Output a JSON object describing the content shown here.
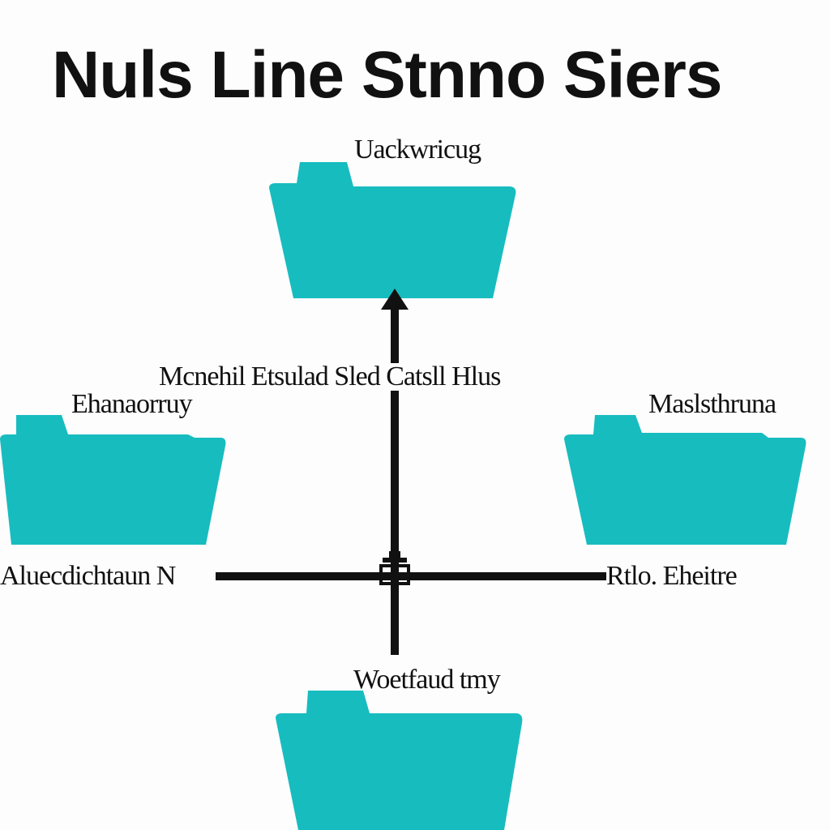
{
  "diagram": {
    "title": "Nuls Line Stnno Siers",
    "accent_color": "#17bcbf",
    "line_color": "#111111",
    "center_label": "Mcnehil Etsulad Sled Catsll Hlus",
    "nodes": {
      "top": {
        "label": "Uackwricug",
        "icon": "folder-icon"
      },
      "left": {
        "label": "Ehanaorruy",
        "side_label": "Aluecdichtaun N",
        "icon": "folder-icon"
      },
      "right": {
        "label": "Maslsthruna",
        "side_label": "Rtlo. Eheitre",
        "icon": "folder-icon"
      },
      "bottom": {
        "label": "Woetfaud tmy",
        "icon": "folder-icon"
      }
    },
    "hub_icon": "junction-icon"
  }
}
